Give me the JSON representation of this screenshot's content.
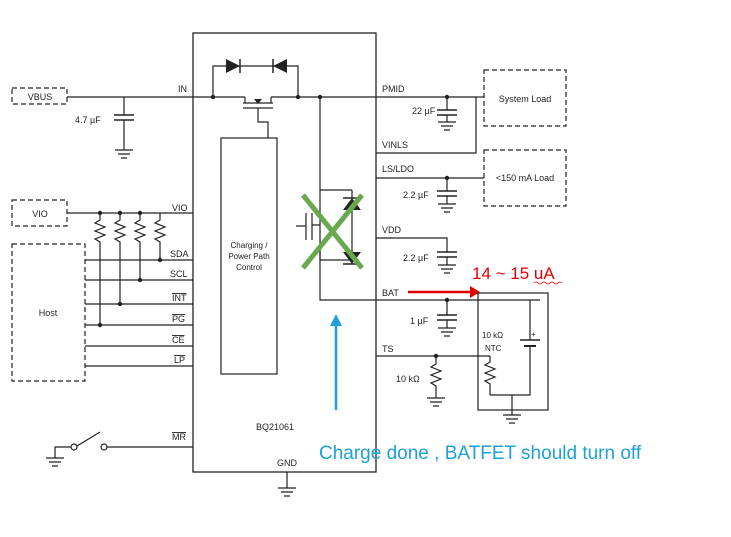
{
  "pins_left": {
    "in": "IN",
    "vio": "VIO",
    "sda": "SDA",
    "scl": "SCL",
    "int": "INT",
    "pg": "PG",
    "ce": "CE",
    "lp": "LP",
    "mr": "MR"
  },
  "pins_right": {
    "pmid": "PMID",
    "vinls": "VINLS",
    "ls_ldo": "LS/LDO",
    "vdd": "VDD",
    "bat": "BAT",
    "ts": "TS"
  },
  "pin_bottom": {
    "gnd": "GND"
  },
  "chip": {
    "name": "BQ21061",
    "control_block": [
      "Charging /",
      "Power Path",
      "Control"
    ]
  },
  "external": {
    "vbus": "VBUS",
    "vio": "VIO",
    "host": "Host",
    "system_load": "System Load",
    "ldo_load": "<150 mA Load",
    "ntc_value": "10 kΩ",
    "ntc_label": "NTC"
  },
  "components": {
    "cap_in": "4.7 µF",
    "cap_pmid": "22 µF",
    "cap_ls": "2.2 µF",
    "cap_vdd": "2.2 µF",
    "cap_bat": "1 µF",
    "res_ts": "10 kΩ"
  },
  "annotations": {
    "current": "14 ~ 15 uA",
    "note": "Charge done , BATFET should turn off",
    "current_color": "#e00000",
    "note_color": "#1ea0d8",
    "cross_color": "#6aa84f"
  }
}
